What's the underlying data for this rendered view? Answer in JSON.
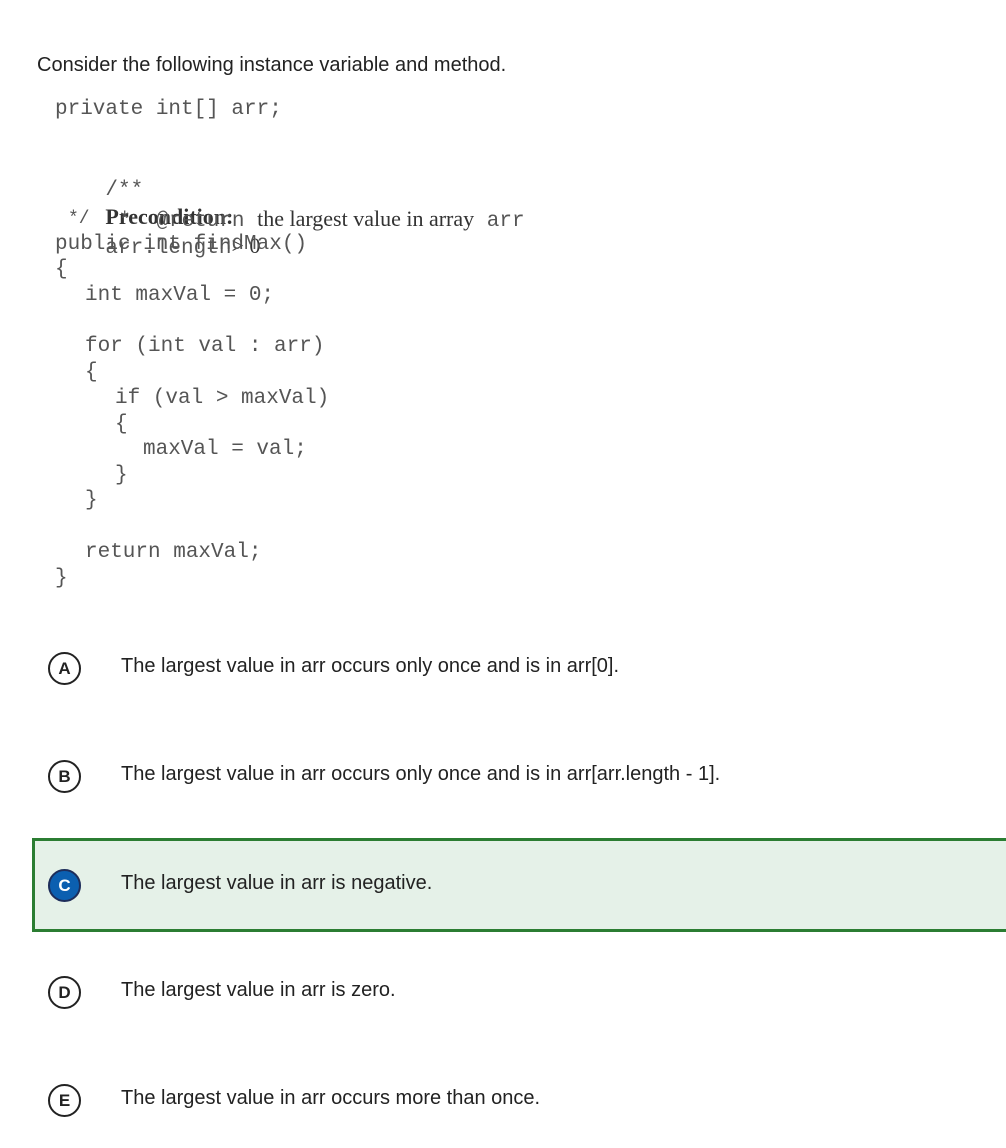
{
  "question": {
    "prompt": "Consider the following instance variable and method."
  },
  "code": {
    "line_1": "private int[] arr;",
    "comment_open": "/**",
    "precondition_label": "Precondition:",
    "precondition_code": "arr.length",
    "precondition_rest": "> 0",
    "star": "*",
    "return_tag": "@return",
    "return_text": "the largest value in array",
    "return_var": "arr",
    "comment_close": "*/",
    "signature": "public int findMax()",
    "brace_open": "{",
    "init": "int maxVal = 0;",
    "for_line": "for (int val : arr)",
    "for_open": "{",
    "if_line": "if (val > maxVal)",
    "if_open": "{",
    "assign": "maxVal = val;",
    "if_close": "}",
    "for_close": "}",
    "return_line": "return maxVal;",
    "brace_close": "}"
  },
  "choices": [
    {
      "letter": "A",
      "text": "The largest value in arr occurs only once and is in arr[0].",
      "selected": false
    },
    {
      "letter": "B",
      "text": "The largest value in arr occurs only once and is in arr[arr.length - 1].",
      "selected": false
    },
    {
      "letter": "C",
      "text": "The largest value in arr is negative.",
      "selected": true
    },
    {
      "letter": "D",
      "text": "The largest value in arr is zero.",
      "selected": false
    },
    {
      "letter": "E",
      "text": "The largest value in arr occurs more than once.",
      "selected": false
    }
  ],
  "colors": {
    "selected_background": "#e5f1e8",
    "selected_border": "#2b7d32",
    "selected_badge": "#0b5fb0"
  }
}
